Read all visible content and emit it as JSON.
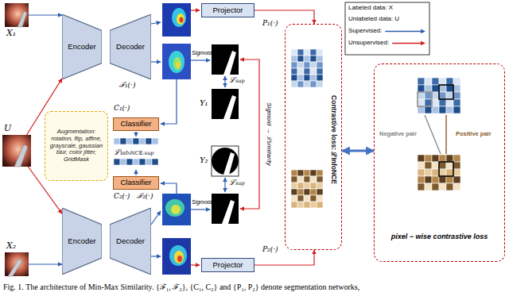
{
  "diagram": {
    "caption": "Fig. 1. The architecture of Min-Max Similarity. {ℱ₁, ℱ₂}, {C₁, C₂} and {P₁, P₂} denote segmentation networks,",
    "nodes": [
      {
        "text": [
          "X₁"
        ]
      },
      {
        "text": [
          "Encoder"
        ]
      },
      {
        "text": [
          "Decoder"
        ]
      },
      {
        "text": [
          "Projector"
        ]
      },
      {
        "text": [
          "Classifier"
        ]
      },
      {
        "text": [
          "U"
        ]
      },
      {
        "text": [
          "Augmentation: rotation, flip, affine, grayscale, gaussian blur, color jitter, GridMask"
        ]
      },
      {
        "text": [
          "Classifier"
        ]
      },
      {
        "text": [
          "X₂"
        ]
      },
      {
        "text": [
          "Encoder"
        ]
      },
      {
        "text": [
          "Decoder"
        ]
      },
      {
        "text": [
          "Projector"
        ]
      },
      {
        "text": [
          "Contrastive loss: ℒInfoNCE"
        ]
      },
      {
        "text": [
          "Negative pair",
          "Positive pair",
          "pixel − wise contrastive loss"
        ]
      }
    ],
    "edges": [
      {
        "from": 0,
        "to": 1,
        "arrow": "to"
      },
      {
        "from": 5,
        "to": 1,
        "arrow": "to"
      },
      {
        "from": 5,
        "to": 9,
        "arrow": "to"
      },
      {
        "from": 8,
        "to": 9,
        "arrow": "to"
      },
      {
        "from": 3,
        "to": 12,
        "arrow": "to"
      },
      {
        "from": 11,
        "to": 12,
        "arrow": "to"
      },
      {
        "from": 12,
        "to": 13,
        "arrow": "both"
      }
    ],
    "labels": [
      "ℱ₁(·)",
      "C₁(·)",
      "P₁(·)",
      "Sigmoid",
      "ℒsup",
      "Y₁",
      "ℒInfoNCE-sup",
      "Sigmoid → ℒsimilarity",
      "Y₂",
      "Sigmoid",
      "ℒsup",
      "C₂(·)",
      "ℱ₂(·)",
      "P₂(·)",
      "Labeled data: X",
      "Unlabeled data: U"
    ],
    "legend": [
      {
        "text": "Supervised:"
      },
      {
        "text": "Unsupervised:"
      }
    ]
  }
}
